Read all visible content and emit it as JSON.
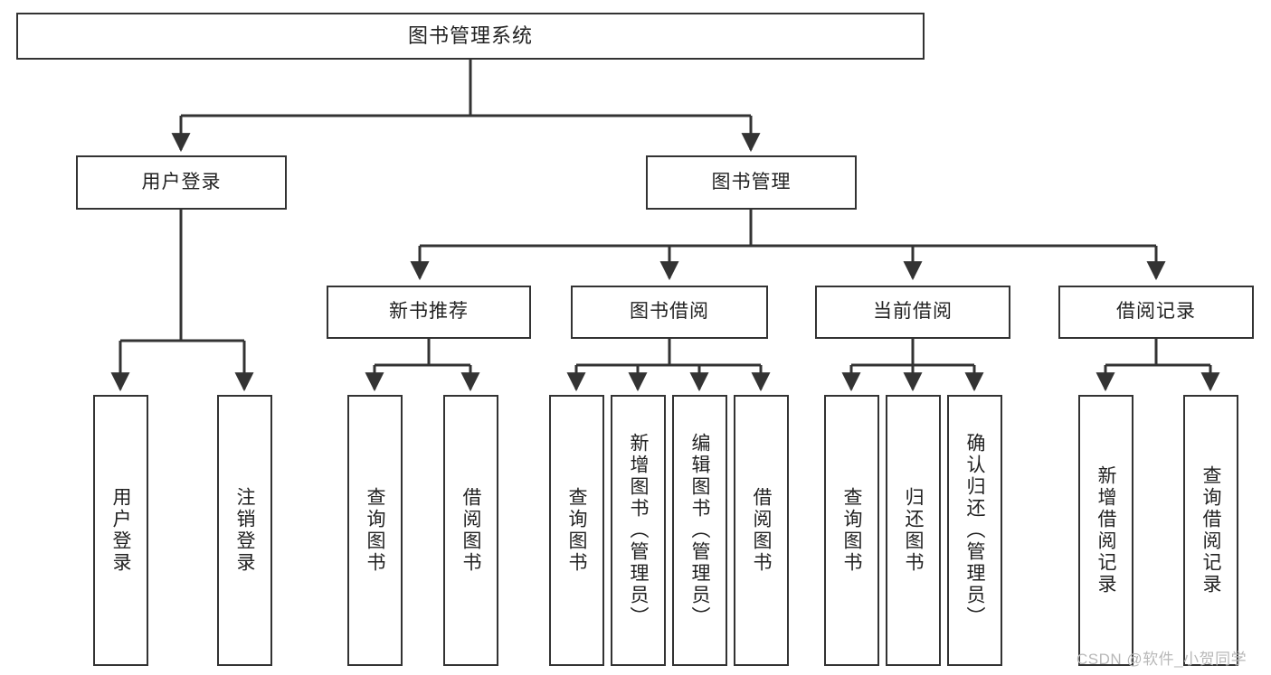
{
  "diagram": {
    "title": "图书管理系统",
    "type": "tree-hierarchy",
    "root": {
      "label": "图书管理系统"
    },
    "level2": [
      {
        "label": "用户登录"
      },
      {
        "label": "图书管理"
      }
    ],
    "level3": [
      {
        "label": "新书推荐"
      },
      {
        "label": "图书借阅"
      },
      {
        "label": "当前借阅"
      },
      {
        "label": "借阅记录"
      }
    ],
    "leaves": [
      {
        "label": "用户登录",
        "parent": "用户登录"
      },
      {
        "label": "注销登录",
        "parent": "用户登录"
      },
      {
        "label": "查询图书",
        "parent": "新书推荐"
      },
      {
        "label": "借阅图书",
        "parent": "新书推荐"
      },
      {
        "label": "查询图书",
        "parent": "图书借阅"
      },
      {
        "label": "新增图书（管理员）",
        "parent": "图书借阅"
      },
      {
        "label": "编辑图书（管理员）",
        "parent": "图书借阅"
      },
      {
        "label": "借阅图书",
        "parent": "图书借阅"
      },
      {
        "label": "查询图书",
        "parent": "当前借阅"
      },
      {
        "label": "归还图书",
        "parent": "当前借阅"
      },
      {
        "label": "确认归还（管理员）",
        "parent": "当前借阅"
      },
      {
        "label": "新增借阅记录",
        "parent": "借阅记录"
      },
      {
        "label": "查询借阅记录",
        "parent": "借阅记录"
      }
    ]
  },
  "watermark": {
    "text": "CSDN @软件_小贺同学"
  },
  "colors": {
    "stroke": "#333333",
    "text": "#222222",
    "background": "#ffffff",
    "watermark": "#b8b8b8"
  }
}
